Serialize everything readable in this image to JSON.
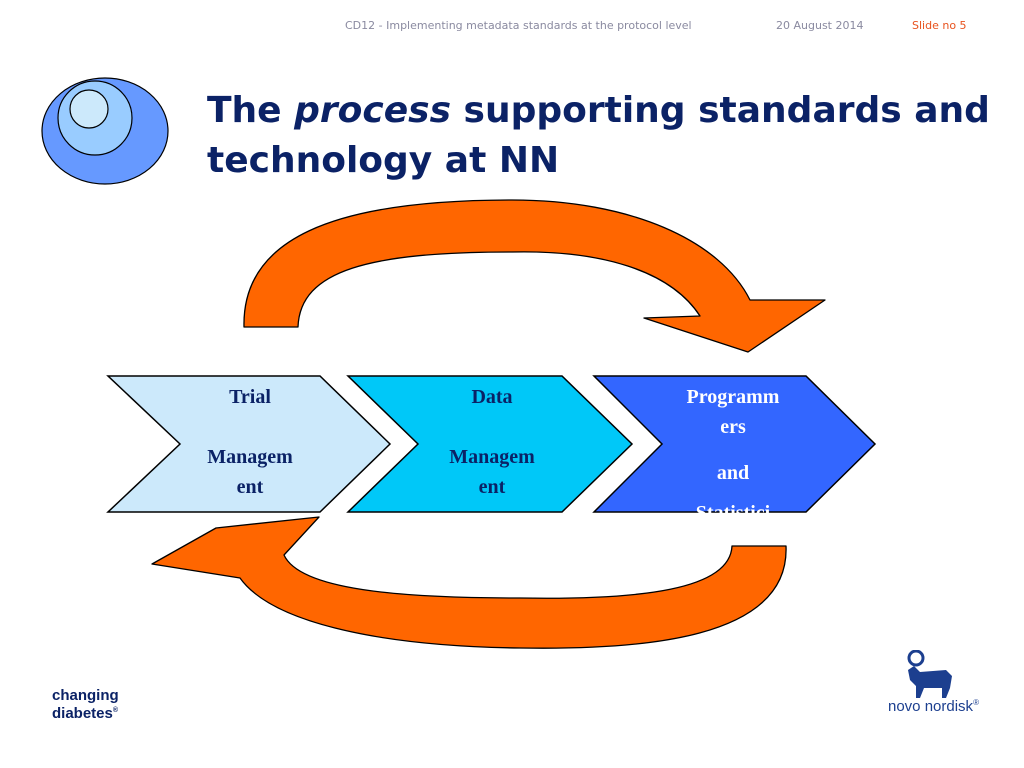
{
  "header": {
    "presentation_title": "CD12 - Implementing metadata standards at the protocol level",
    "date": "20 August 2014",
    "slide_label": "Slide no 5"
  },
  "title": {
    "part1": "The ",
    "emphasis": "process",
    "part2": " supporting standards and technology at NN"
  },
  "process": {
    "steps": [
      {
        "line1": "Trial",
        "line2": "Managem",
        "line3": "ent",
        "color": "#cce9fb"
      },
      {
        "line1": "Data",
        "line2": "Managem",
        "line3": "ent",
        "color": "#00c8f8"
      },
      {
        "line1": "Programm",
        "line2": "ers",
        "line3": "and",
        "line4": "Statistici",
        "color": "#3366ff"
      }
    ],
    "arrow_color": "#ff6600"
  },
  "branding": {
    "left_line1": "changing",
    "left_line2": "diabetes",
    "left_mark": "®",
    "right": "novo nordisk",
    "right_mark": "®"
  }
}
